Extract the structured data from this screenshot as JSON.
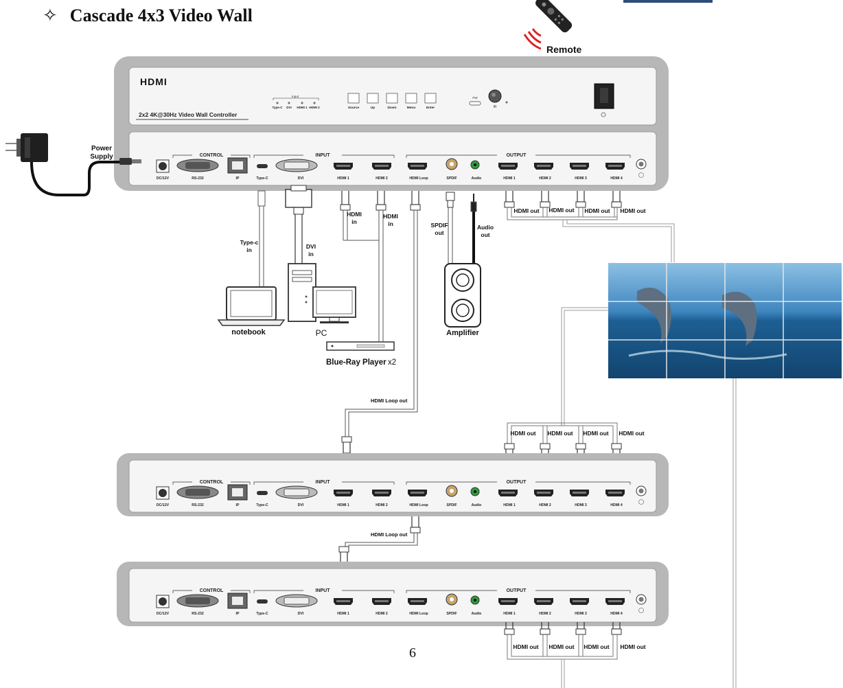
{
  "heading": {
    "symbol": "✧",
    "title": "Cascade 4x3 Video Wall"
  },
  "remote_label": "Remote",
  "power_label_1": "Power",
  "power_label_2": "Supply",
  "front_panel": {
    "brand": "HDMI",
    "model": "2x2 4K@30Hz Video Wall Controller",
    "input_title": "Input",
    "input_leds": [
      "Type-C",
      "DVI",
      "HDMI 1",
      "HDMI 2"
    ],
    "buttons": [
      "Source",
      "Up",
      "Down",
      "Menu",
      "Enter"
    ],
    "pw_label": "PW",
    "ir_label": "IR"
  },
  "rear_panel": {
    "section_control": "CONTROL",
    "section_input": "INPUT",
    "section_output": "OUTPUT",
    "ports": [
      "DC/12V",
      "RS-232",
      "IP",
      "Type-C",
      "DVI",
      "HDMI 1",
      "HDMI 2",
      "HDMI Loop",
      "SPDIF",
      "Audio",
      "HDMI 1",
      "HDMI 2",
      "HDMI 3",
      "HDMI 4"
    ]
  },
  "cables": {
    "type_c_in_1": "Type-c",
    "type_c_in_2": "in",
    "dvi_in_1": "DVI",
    "dvi_in_2": "in",
    "hdmi_in_a_1": "HDMI",
    "hdmi_in_a_2": "in",
    "hdmi_in_b_1": "HDMI",
    "hdmi_in_b_2": "in",
    "spdif_out_1": "SPDIF",
    "spdif_out_2": "out",
    "audio_out_1": "Audio",
    "audio_out_2": "out",
    "hdmi_out": "HDMI out",
    "hdmi_loop_out": "HDMI Loop out"
  },
  "devices": {
    "notebook": "notebook",
    "pc": "PC",
    "bluray": "Blue-Ray Player",
    "bluray_count": "x2",
    "amplifier": "Amplifier"
  },
  "colors": {
    "panel": "#b7b7b7",
    "panel_face": "#f4f4f4",
    "sea": "#1d5f93",
    "sky": "#7fb6dd"
  },
  "page_number": "6"
}
